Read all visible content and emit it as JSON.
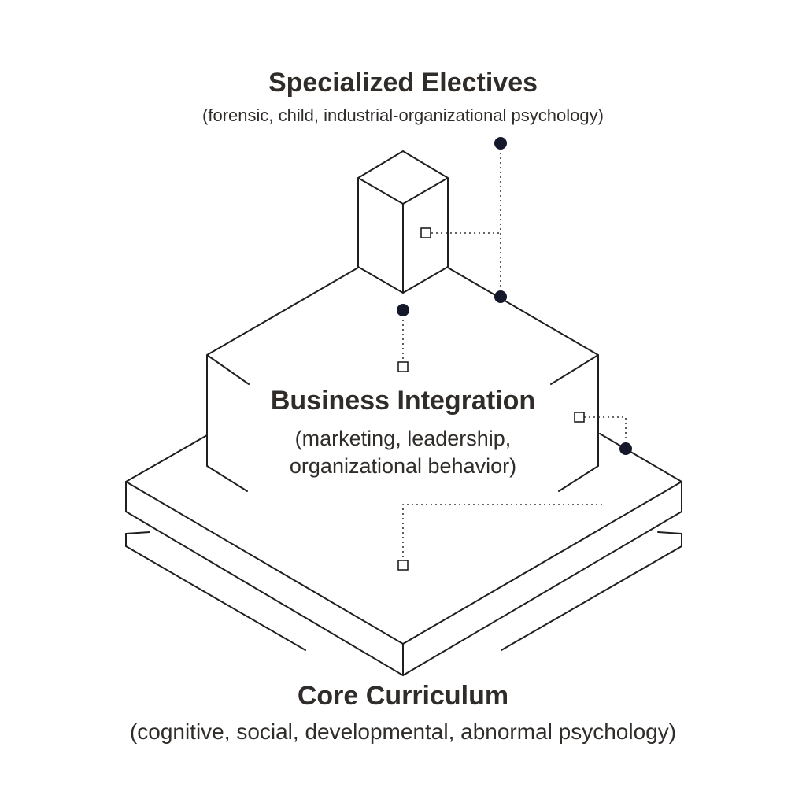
{
  "layers": {
    "top": {
      "title": "Specialized Electives",
      "subtitle": "(forensic, child, industrial-organizational psychology)"
    },
    "middle": {
      "title": "Business Integration",
      "subtitle": "(marketing, leadership, organizational behavior)"
    },
    "bottom": {
      "title": "Core Curriculum",
      "subtitle": "(cognitive, social, developmental, abnormal psychology)"
    }
  },
  "colors": {
    "stroke": "#1f1f1f",
    "dot": "#15172b",
    "text": "#2f2c2a"
  }
}
